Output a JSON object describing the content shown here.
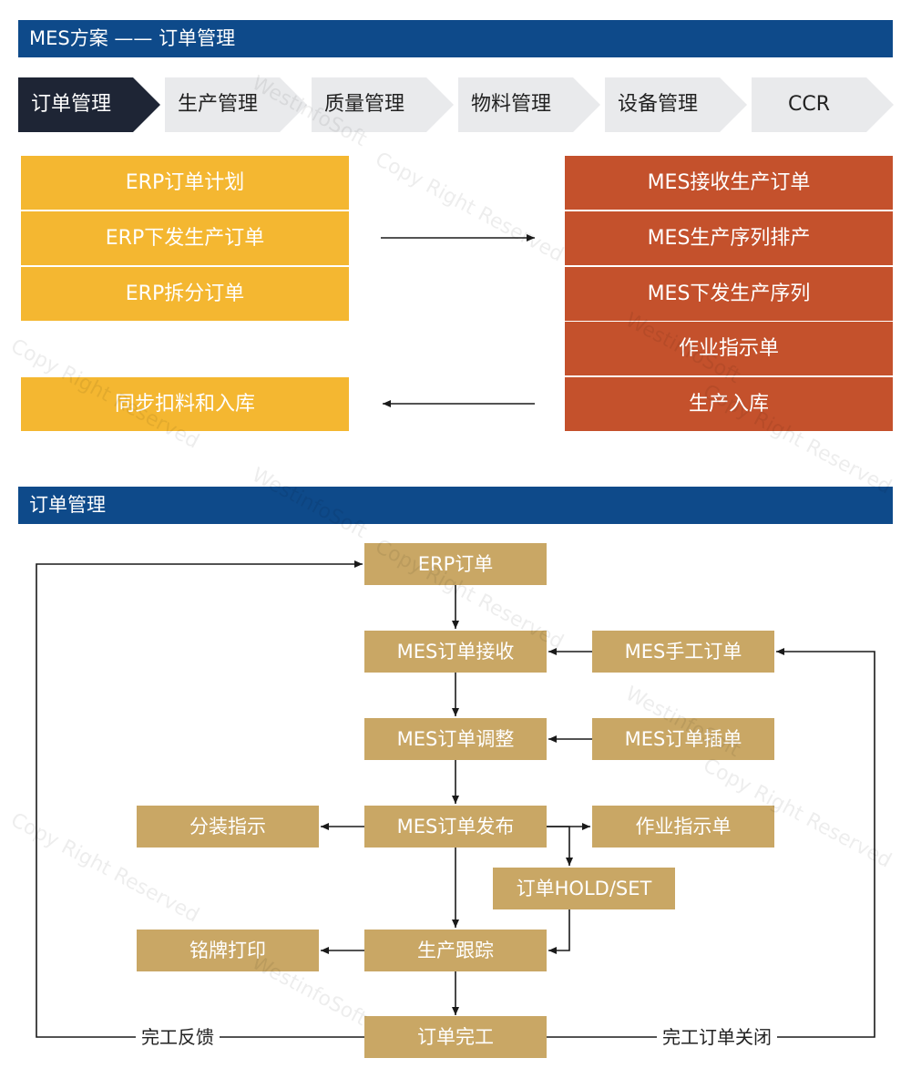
{
  "top_header": {
    "title": "MES方案 —— 订单管理"
  },
  "steps": [
    {
      "label": "订单管理",
      "active": true
    },
    {
      "label": "生产管理",
      "active": false
    },
    {
      "label": "质量管理",
      "active": false
    },
    {
      "label": "物料管理",
      "active": false
    },
    {
      "label": "设备管理",
      "active": false
    },
    {
      "label": "CCR",
      "active": false
    }
  ],
  "erp_column": {
    "items": [
      "ERP订单计划",
      "ERP下发生产订单",
      "ERP拆分订单"
    ],
    "bottom_item": "同步扣料和入库"
  },
  "mes_column": {
    "items": [
      "MES接收生产订单",
      "MES生产序列排产",
      "MES下发生产序列",
      "作业指示单",
      "生产入库"
    ]
  },
  "section_header": {
    "title": "订单管理"
  },
  "flowchart": {
    "nodes": {
      "erp_order": "ERP订单",
      "mes_receive": "MES订单接收",
      "mes_manual": "MES手工订单",
      "mes_adjust": "MES订单调整",
      "mes_insert": "MES订单插单",
      "mes_publish": "MES订单发布",
      "dispatch_instruction": "分装指示",
      "work_instruction": "作业指示单",
      "hold_set": "订单HOLD/SET",
      "nameplate_print": "铭牌打印",
      "production_tracking": "生产跟踪",
      "order_complete": "订单完工"
    },
    "edge_labels": {
      "feedback": "完工反馈",
      "close": "完工订单关闭"
    }
  },
  "watermark": {
    "text_1": "WestinfoSoft",
    "text_2": "Copy Right Reserved"
  },
  "colors": {
    "header_blue": "#0e4a8a",
    "step_active": "#1e2535",
    "step_inactive": "#e9eaec",
    "erp_yellow": "#f4b731",
    "mes_red": "#c4512c",
    "node_gold": "#c9a765"
  }
}
